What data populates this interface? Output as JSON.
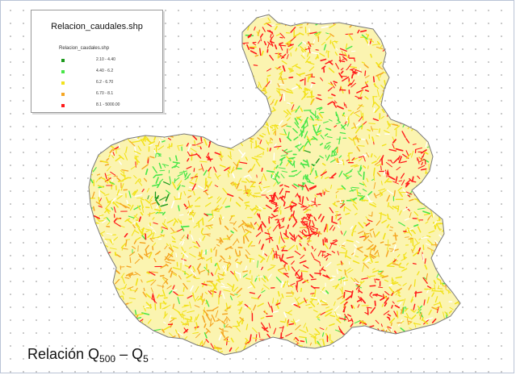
{
  "legend": {
    "title": "Relacion_caudales.shp",
    "subtitle": "Relacion_caudales.shp",
    "classes": [
      {
        "label": "2.10 - 4.40",
        "color": "#1d9a1d"
      },
      {
        "label": "4.40 - 6.2",
        "color": "#48e648"
      },
      {
        "label": "6.2 - 6.70",
        "color": "#f2e21c"
      },
      {
        "label": "6.70 - 8.1",
        "color": "#f5a623"
      },
      {
        "label": "8.1 - 5000.00",
        "color": "#ff1a1a"
      }
    ]
  },
  "caption": {
    "prefix": "Relación Q",
    "sub1": "500",
    "dash": " – Q",
    "sub2": "5"
  }
}
